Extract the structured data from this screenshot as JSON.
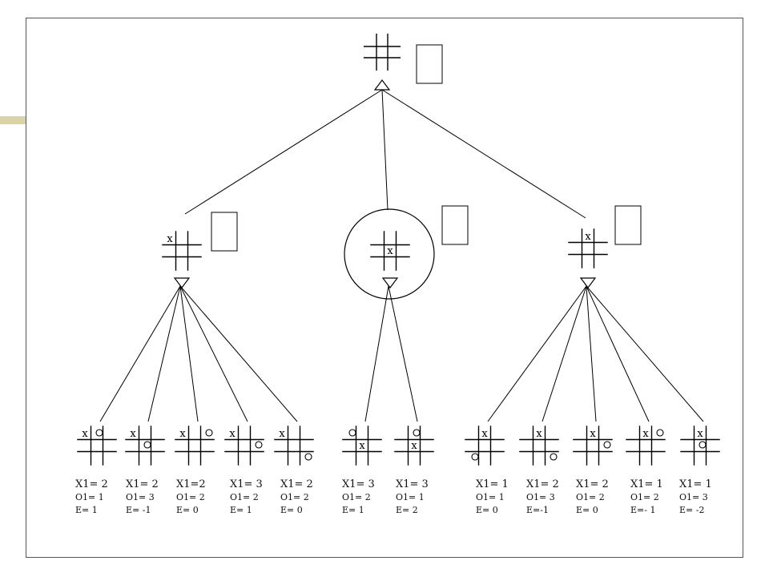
{
  "colors": {
    "accent_bar": "#d8d3a8",
    "line": "#000000"
  },
  "root": {
    "marks": [],
    "value": ""
  },
  "level1": [
    {
      "marks": [
        {
          "cell": 0,
          "sym": "x"
        }
      ],
      "value": ""
    },
    {
      "marks": [
        {
          "cell": 4,
          "sym": "x"
        }
      ],
      "value": "",
      "selected": true
    },
    {
      "marks": [
        {
          "cell": 1,
          "sym": "x"
        }
      ],
      "value": ""
    }
  ],
  "leaves": [
    {
      "parent": 0,
      "marks": [
        {
          "cell": 0,
          "sym": "x"
        },
        {
          "cell": 1,
          "sym": "o"
        }
      ],
      "x1": "X1= 2",
      "o1": "O1= 1",
      "e": "E= 1"
    },
    {
      "parent": 0,
      "marks": [
        {
          "cell": 0,
          "sym": "x"
        },
        {
          "cell": 4,
          "sym": "o"
        }
      ],
      "x1": "X1= 2",
      "o1": "O1= 3",
      "e": "E= -1"
    },
    {
      "parent": 0,
      "marks": [
        {
          "cell": 0,
          "sym": "x"
        },
        {
          "cell": 2,
          "sym": "o"
        }
      ],
      "x1": "X1=2",
      "o1": "O1= 2",
      "e": "E= 0"
    },
    {
      "parent": 0,
      "marks": [
        {
          "cell": 0,
          "sym": "x"
        },
        {
          "cell": 5,
          "sym": "o"
        }
      ],
      "x1": "X1= 3",
      "o1": "O1= 2",
      "e": "E= 1"
    },
    {
      "parent": 0,
      "marks": [
        {
          "cell": 0,
          "sym": "x"
        },
        {
          "cell": 8,
          "sym": "o"
        }
      ],
      "x1": "X1= 2",
      "o1": "O1= 2",
      "e": "E= 0"
    },
    {
      "parent": 1,
      "marks": [
        {
          "cell": 4,
          "sym": "x"
        },
        {
          "cell": 0,
          "sym": "o"
        }
      ],
      "x1": "X1= 3",
      "o1": "O1= 2",
      "e": "E= 1"
    },
    {
      "parent": 1,
      "marks": [
        {
          "cell": 4,
          "sym": "x"
        },
        {
          "cell": 1,
          "sym": "o"
        }
      ],
      "x1": "X1= 3",
      "o1": "O1= 1",
      "e": "E= 2"
    },
    {
      "parent": 2,
      "marks": [
        {
          "cell": 1,
          "sym": "x"
        },
        {
          "cell": 6,
          "sym": "o"
        }
      ],
      "x1": "X1= 1",
      "o1": "O1= 1",
      "e": "E= 0"
    },
    {
      "parent": 2,
      "marks": [
        {
          "cell": 1,
          "sym": "x"
        },
        {
          "cell": 8,
          "sym": "o"
        }
      ],
      "x1": "X1= 2",
      "o1": "O1= 3",
      "e": "E=-1"
    },
    {
      "parent": 2,
      "marks": [
        {
          "cell": 1,
          "sym": "x"
        },
        {
          "cell": 5,
          "sym": "o"
        }
      ],
      "x1": "X1= 2",
      "o1": "O1= 2",
      "e": "E= 0"
    },
    {
      "parent": 2,
      "marks": [
        {
          "cell": 1,
          "sym": "x"
        },
        {
          "cell": 2,
          "sym": "o"
        }
      ],
      "x1": "X1= 1",
      "o1": "O1= 2",
      "e": "E=- 1"
    },
    {
      "parent": 2,
      "marks": [
        {
          "cell": 1,
          "sym": "x"
        },
        {
          "cell": 4,
          "sym": "o"
        }
      ],
      "x1": "X1= 1",
      "o1": "O1= 3",
      "e": "E= -2"
    }
  ]
}
